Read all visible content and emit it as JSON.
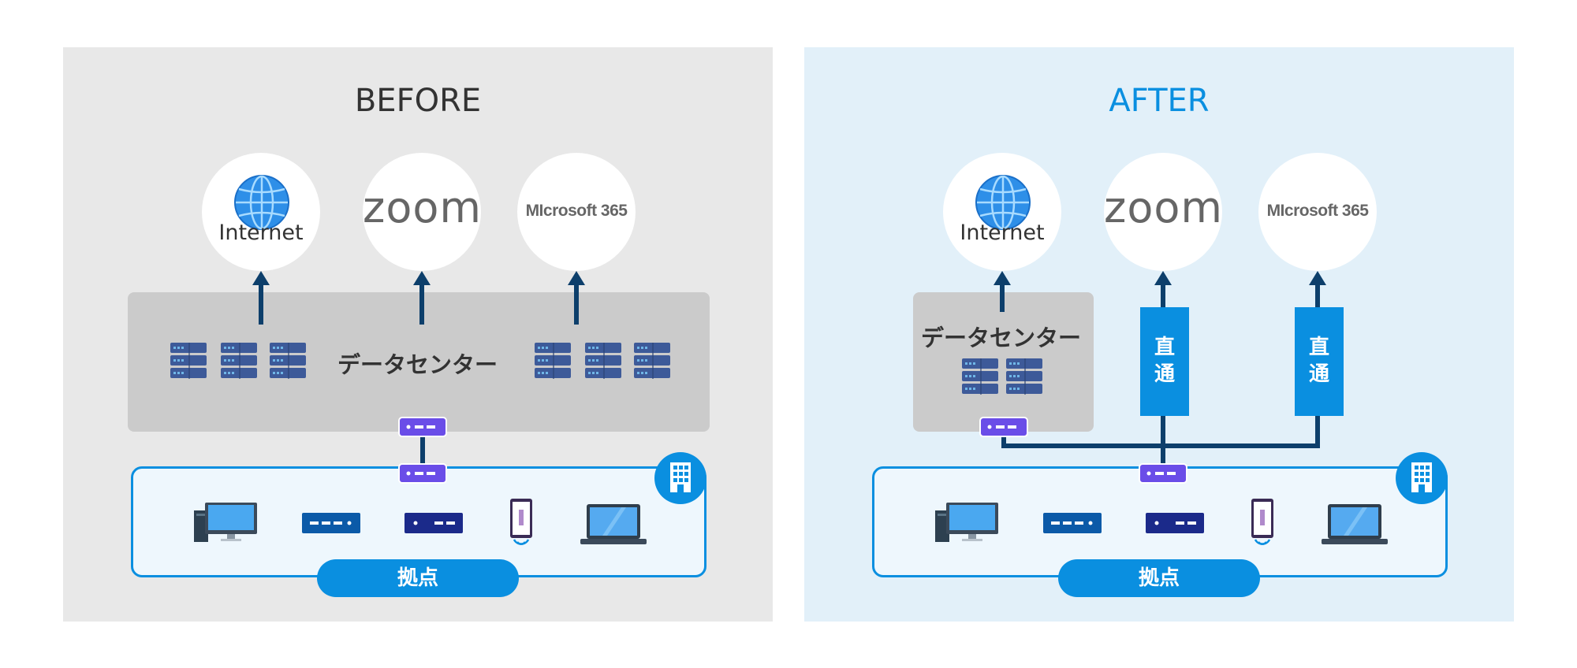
{
  "before": {
    "title": "BEFORE",
    "services": {
      "internet": "Internet",
      "zoom": "zoom",
      "microsoft": "MIcrosoft 365"
    },
    "datacenter_label": "データセンター",
    "site_label": "拠点"
  },
  "after": {
    "title": "AFTER",
    "services": {
      "internet": "Internet",
      "zoom": "zoom",
      "microsoft": "MIcrosoft 365"
    },
    "datacenter_label": "データセンター",
    "direct_label_1": "直通",
    "direct_label_2": "直通",
    "site_label": "拠点"
  },
  "colors": {
    "accent": "#0a8fe0",
    "arrow": "#0d3f6b",
    "router": "#6a4de8",
    "server": "#3d5a99",
    "panel_before": "#e8e8e8",
    "panel_after": "#e2f0f9",
    "datacenter_box": "#cbcbcb"
  },
  "icons": [
    "globe-icon",
    "server-rack-icon",
    "router-icon",
    "building-icon",
    "desktop-pc-icon",
    "network-switch-icon",
    "phone-icon",
    "laptop-icon"
  ]
}
